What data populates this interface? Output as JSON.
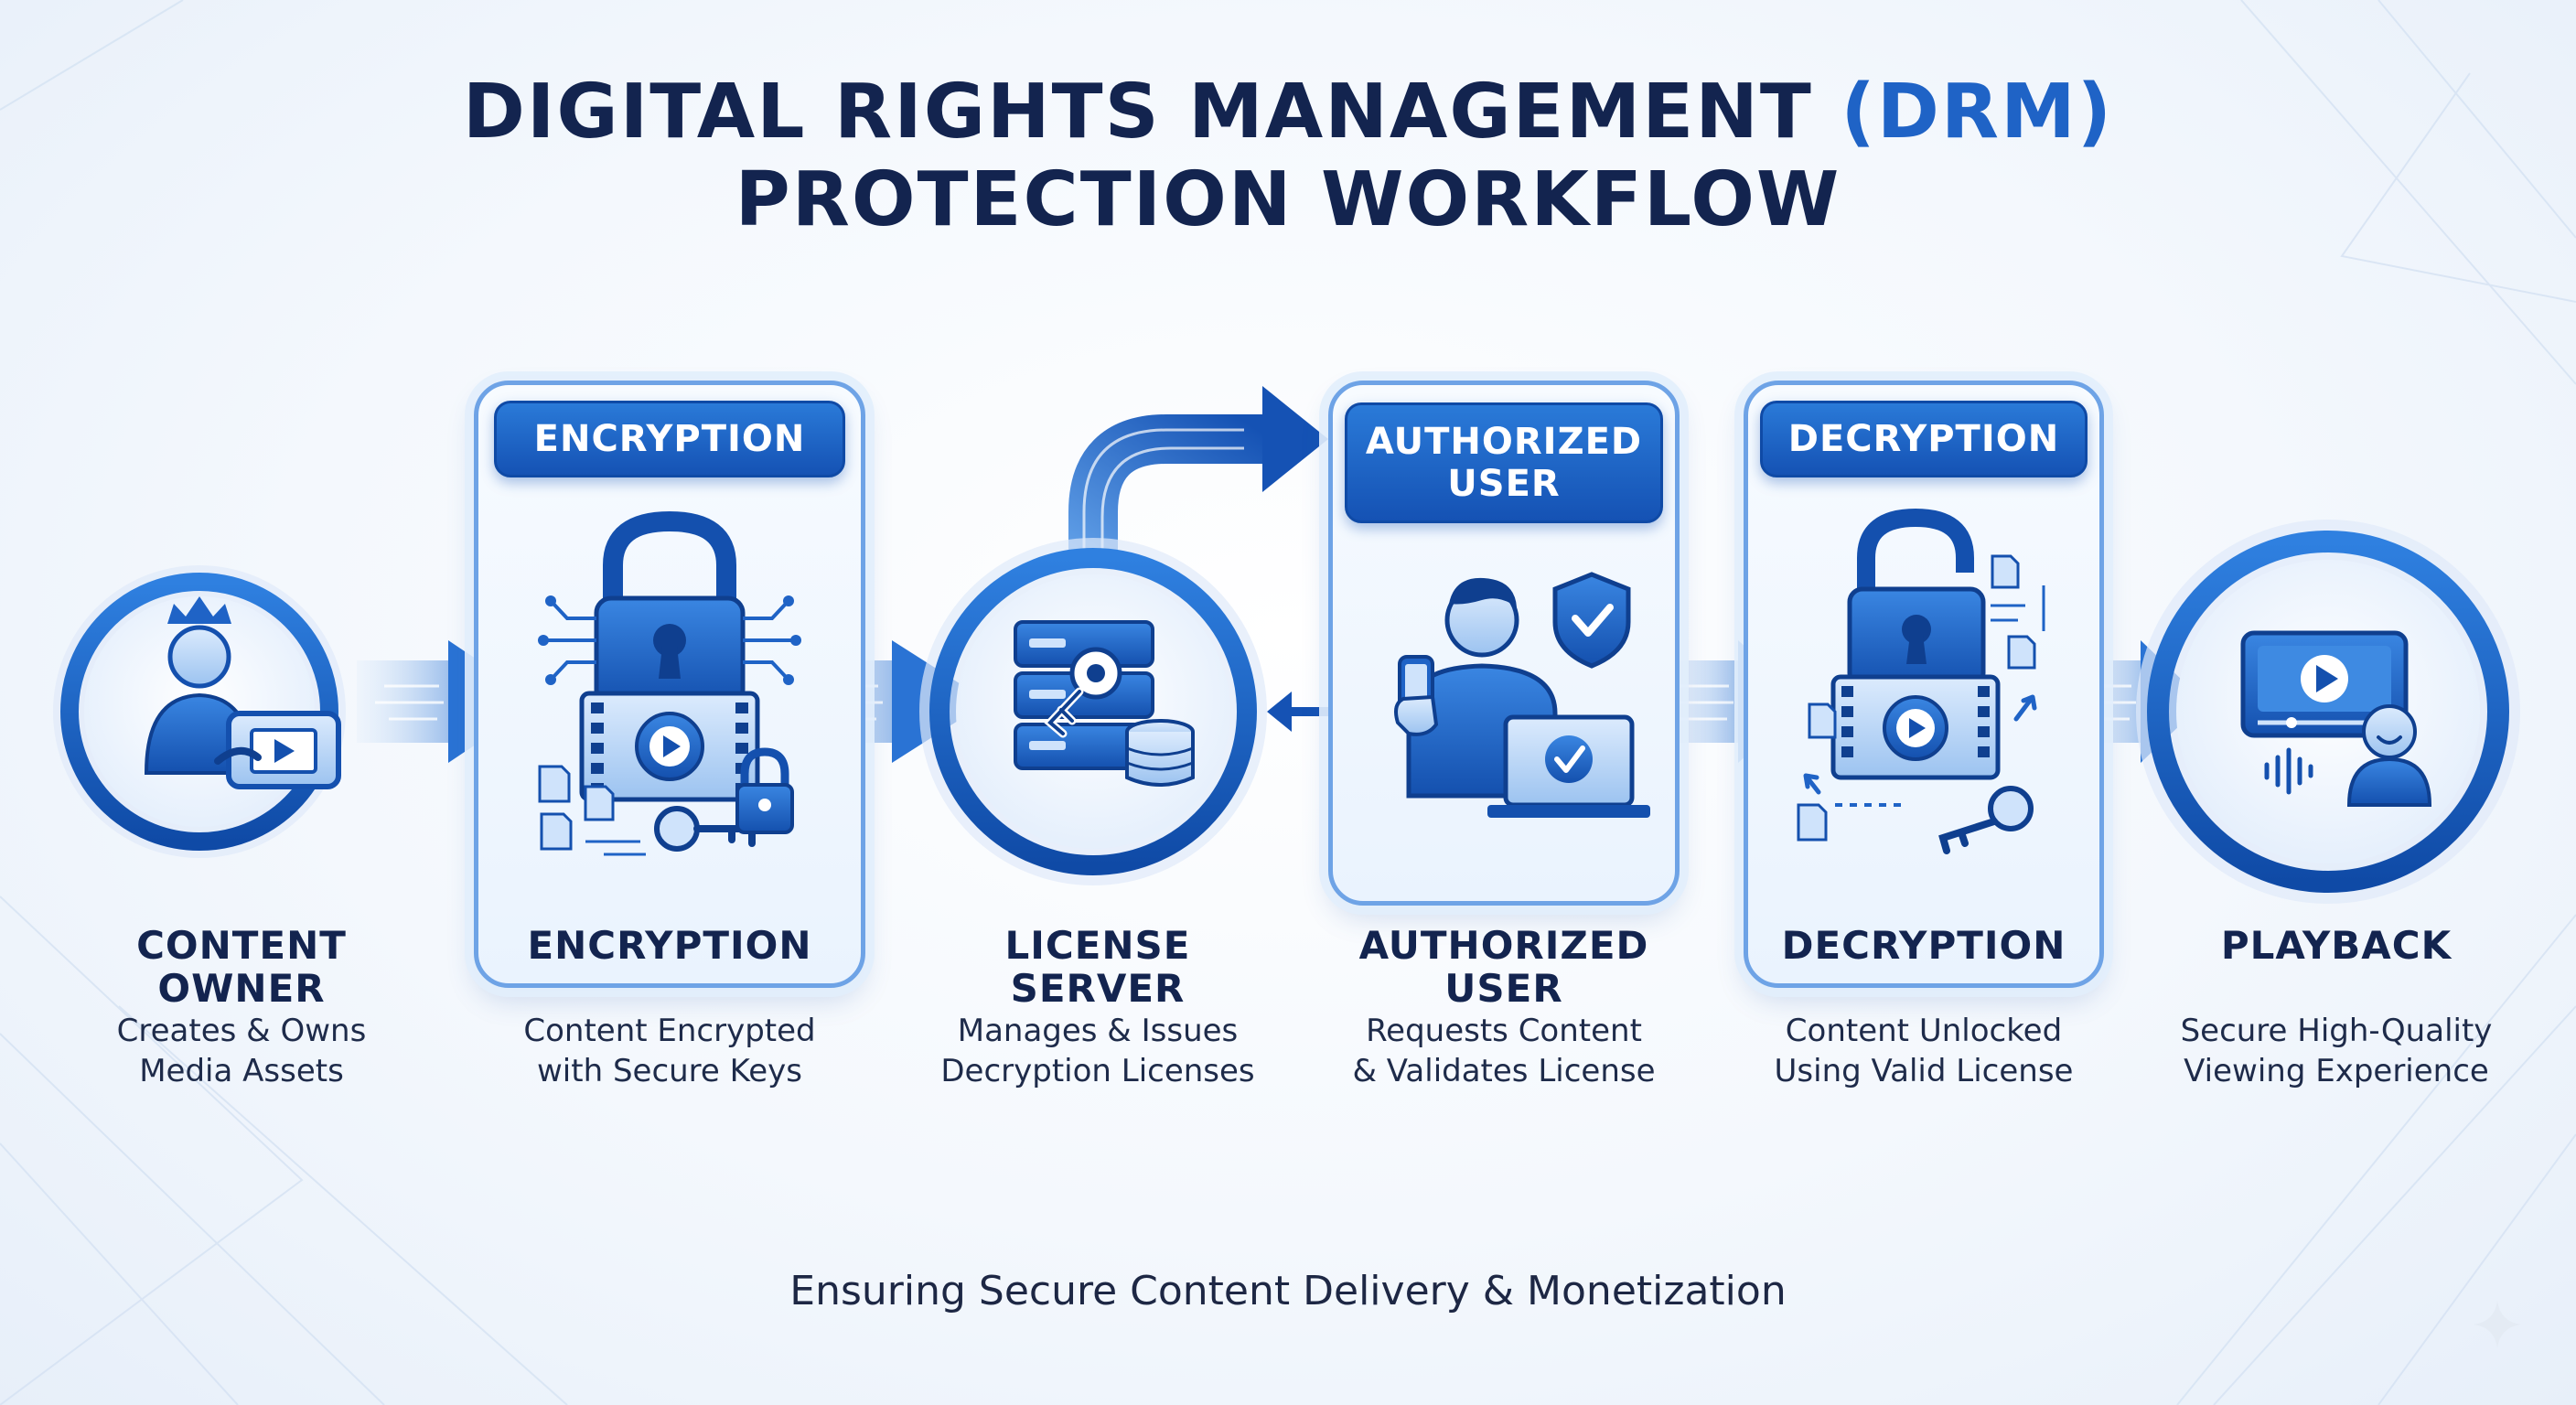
{
  "title": {
    "line1_main": "DIGITAL RIGHTS MANAGEMENT",
    "line1_accent": "(DRM)",
    "line2": "PROTECTION WORKFLOW"
  },
  "steps": [
    {
      "title": "CONTENT OWNER",
      "title_l1": "CONTENT",
      "title_l2": "OWNER",
      "desc_l1": "Creates & Owns",
      "desc_l2": "Media Assets",
      "icon": "crowned-user-video-icon"
    },
    {
      "header": "ENCRYPTION",
      "title": "ENCRYPTION",
      "desc_l1": "Content Encrypted",
      "desc_l2": "with Secure Keys",
      "icon": "lock-circuit-film-key-icon"
    },
    {
      "title": "LICENSE SERVER",
      "title_l1": "LICENSE",
      "title_l2": "SERVER",
      "desc_l1": "Manages & Issues",
      "desc_l2": "Decryption Licenses",
      "icon": "server-key-database-icon"
    },
    {
      "header_l1": "AUTHORIZED",
      "header_l2": "USER",
      "title_l1": "AUTHORIZED",
      "title_l2": "USER",
      "desc_l1": "Requests Content",
      "desc_l2": "& Validates License",
      "icon": "user-phone-shield-laptop-icon"
    },
    {
      "header": "DECRYPTION",
      "title": "DECRYPTION",
      "desc_l1": "Content Unlocked",
      "desc_l2": "Using Valid License",
      "icon": "unlocked-padlock-film-key-icon"
    },
    {
      "title": "PLAYBACK",
      "desc_l1": "Secure High-Quality",
      "desc_l2": "Viewing Experience",
      "icon": "video-player-viewer-icon"
    }
  ],
  "footer": "Ensuring Secure Content Delivery & Monetization",
  "colors": {
    "navy": "#13244f",
    "accent_blue": "#1f63c6",
    "card_border": "#6ea3e6",
    "pill_blue": "#1552b4"
  }
}
